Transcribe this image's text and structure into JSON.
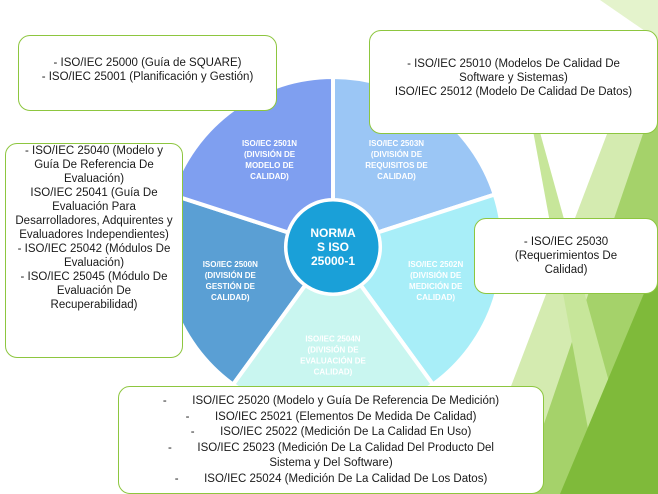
{
  "center": {
    "lines": [
      "NORMA",
      "S ISO",
      "25000-1"
    ],
    "color": "#1aa0d8"
  },
  "segments": [
    {
      "lines": [
        "ISO/IEC 2500N",
        "(DIVISIÓN DE",
        "GESTIÓN DE",
        "CALIDAD)"
      ],
      "color": "#5a9fd4"
    },
    {
      "lines": [
        "ISO/IEC 2501N",
        "(DIVISIÓN DE",
        "MODELO DE",
        "CALIDAD)"
      ],
      "color": "#7f9ff0"
    },
    {
      "lines": [
        "ISO/IEC 2503N",
        "(DIVISIÓN DE",
        "REQUISITOS DE",
        "CALIDAD)"
      ],
      "color": "#9bc6f5"
    },
    {
      "lines": [
        "ISO/IEC 2502N",
        "(DIVISIÓN DE",
        "MEDICIÓN DE",
        "CALIDAD)"
      ],
      "color": "#a8eef8"
    },
    {
      "lines": [
        "ISO/IEC 2504N",
        "(DIVISIÓN DE",
        "EVALUACIÓN DE",
        "CALIDAD)"
      ],
      "color": "#c9f6f0"
    }
  ],
  "boxes": {
    "gestion": [
      "- ISO/IEC 25000 (Guía de SQUARE)",
      "- ISO/IEC 25001 (Planificación y Gestión)"
    ],
    "modelo": [
      "- ISO/IEC 25010 (Modelos De Calidad De",
      "Software y Sistemas)",
      "ISO/IEC 25012 (Modelo De Calidad De Datos)"
    ],
    "evaluacion": [
      "- ISO/IEC 25040 (Modelo y Guía De Referencia De Evaluación)",
      "ISO/IEC 25041 (Guía De Evaluación Para Desarrolladores, Adquirentes y Evaluadores Independientes)",
      "- ISO/IEC 25042 (Módulos De Evaluación)",
      "- ISO/IEC 25045 (Módulo De Evaluación De Recuperabilidad)"
    ],
    "requisitos": [
      "- ISO/IEC 25030",
      "(Requerimientos De",
      "Calidad)"
    ],
    "medicion": [
      "-        ISO/IEC 25020 (Modelo y Guía De Referencia De Medición)",
      "-        ISO/IEC 25021 (Elementos De Medida De Calidad)",
      "-        ISO/IEC 25022 (Medición De La Calidad En Uso)",
      "-        ISO/IEC 25023 (Medición De La Calidad Del Producto Del",
      "Sistema y Del Software)",
      "-        ISO/IEC 25024 (Medición De La Calidad De Los Datos)"
    ]
  },
  "theme": {
    "accent": "#8dc63f",
    "border": "#8dc63f"
  }
}
